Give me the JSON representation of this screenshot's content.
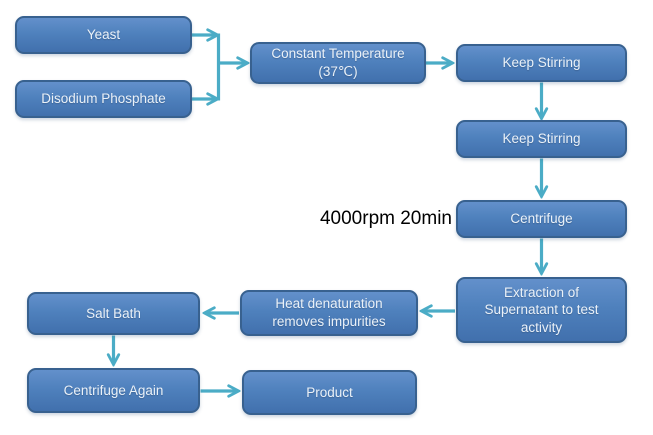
{
  "diagram": {
    "type": "flowchart",
    "background": "#ffffff"
  },
  "colors": {
    "canvas_bg": "#ffffff",
    "node_fill": "#4F81BD",
    "node_fill_top": "#6390CB",
    "node_fill_bottom": "#4170AD",
    "node_border": "#38618F",
    "node_text": "#EAF1F8",
    "arrow": "#4BACC6",
    "annotation_text": "#000000"
  },
  "nodes": [
    {
      "id": "yeast",
      "label": "Yeast"
    },
    {
      "id": "disodium-phosphate",
      "label": "Disodium Phosphate"
    },
    {
      "id": "constant-temperature",
      "label": "Constant Temperature (37℃)"
    },
    {
      "id": "keep-stirring-1",
      "label": "Keep Stirring"
    },
    {
      "id": "keep-stirring-2",
      "label": "Keep Stirring"
    },
    {
      "id": "centrifuge",
      "label": "Centrifuge"
    },
    {
      "id": "extraction-supernatant",
      "label": "Extraction of Supernatant to test activity"
    },
    {
      "id": "heat-denaturation",
      "label": "Heat denaturation removes impurities"
    },
    {
      "id": "salt-bath",
      "label": "Salt Bath"
    },
    {
      "id": "centrifuge-again",
      "label": "Centrifuge Again"
    },
    {
      "id": "product",
      "label": "Product"
    }
  ],
  "annotation": {
    "text": "4000rpm 20min"
  },
  "edges": [
    {
      "from": "yeast",
      "to": "merge-junction"
    },
    {
      "from": "disodium-phosphate",
      "to": "merge-junction"
    },
    {
      "from": "merge-junction",
      "to": "constant-temperature"
    },
    {
      "from": "constant-temperature",
      "to": "keep-stirring-1"
    },
    {
      "from": "keep-stirring-1",
      "to": "keep-stirring-2"
    },
    {
      "from": "keep-stirring-2",
      "to": "centrifuge"
    },
    {
      "from": "centrifuge",
      "to": "extraction-supernatant"
    },
    {
      "from": "extraction-supernatant",
      "to": "heat-denaturation"
    },
    {
      "from": "heat-denaturation",
      "to": "salt-bath"
    },
    {
      "from": "salt-bath",
      "to": "centrifuge-again"
    },
    {
      "from": "centrifuge-again",
      "to": "product"
    }
  ]
}
